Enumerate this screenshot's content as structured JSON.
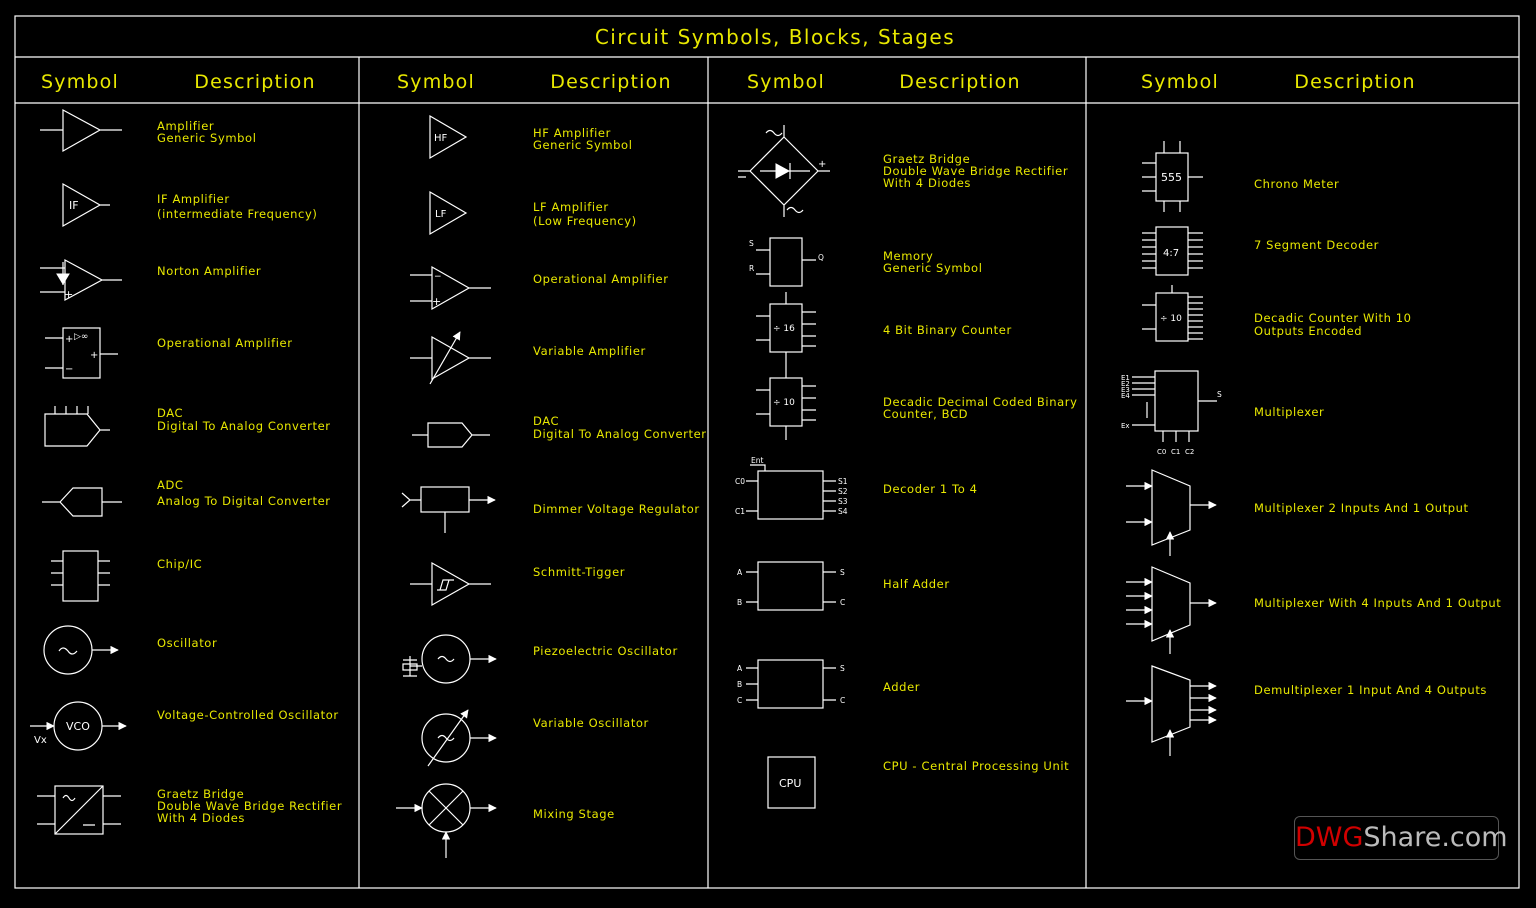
{
  "title": "Circuit Symbols, Blocks, Stages",
  "headers": {
    "symbol": "Symbol",
    "description": "Description"
  },
  "columns": [
    {
      "items": [
        {
          "icon": "amplifier-icon",
          "lines": [
            "Amplifier",
            "Generic Symbol"
          ]
        },
        {
          "icon": "if-amplifier-icon",
          "label": "IF",
          "lines": [
            "IF Amplifier",
            "(intermediate Frequency)"
          ]
        },
        {
          "icon": "norton-amplifier-icon",
          "lines": [
            "Norton Amplifier"
          ]
        },
        {
          "icon": "op-amp-box-icon",
          "lines": [
            "Operational Amplifier"
          ]
        },
        {
          "icon": "dac-icon",
          "lines": [
            "DAC",
            "Digital To Analog Converter"
          ]
        },
        {
          "icon": "adc-icon",
          "lines": [
            "ADC",
            "Analog To Digital Converter"
          ]
        },
        {
          "icon": "chip-icon",
          "lines": [
            "Chip/IC"
          ]
        },
        {
          "icon": "oscillator-icon",
          "lines": [
            "Oscillator"
          ]
        },
        {
          "icon": "vco-icon",
          "label": "VCO",
          "sublabel": "Vx",
          "lines": [
            "Voltage-Controlled Oscillator"
          ]
        },
        {
          "icon": "bridge-box-icon",
          "lines": [
            "Graetz Bridge",
            "Double Wave Bridge Rectifier",
            "With 4 Diodes"
          ]
        }
      ]
    },
    {
      "items": [
        {
          "icon": "hf-amplifier-icon",
          "label": "HF",
          "lines": [
            "HF Amplifier",
            "Generic Symbol"
          ]
        },
        {
          "icon": "lf-amplifier-icon",
          "label": "LF",
          "lines": [
            "LF Amplifier",
            "(Low Frequency)"
          ]
        },
        {
          "icon": "op-amp-icon",
          "lines": [
            "Operational Amplifier"
          ]
        },
        {
          "icon": "variable-amplifier-icon",
          "lines": [
            "Variable Amplifier"
          ]
        },
        {
          "icon": "dac-small-icon",
          "lines": [
            "DAC",
            "Digital To Analog Converter"
          ]
        },
        {
          "icon": "dimmer-icon",
          "lines": [
            "Dimmer Voltage Regulator"
          ]
        },
        {
          "icon": "schmitt-icon",
          "lines": [
            "Schmitt-Tigger"
          ]
        },
        {
          "icon": "piezo-oscillator-icon",
          "lines": [
            "Piezoelectric Oscillator"
          ]
        },
        {
          "icon": "variable-oscillator-icon",
          "lines": [
            "Variable Oscillator"
          ]
        },
        {
          "icon": "mixer-icon",
          "lines": [
            "Mixing Stage"
          ]
        }
      ]
    },
    {
      "items": [
        {
          "icon": "graetz-bridge-icon",
          "lines": [
            "Graetz Bridge",
            "Double Wave Bridge Rectifier",
            "With 4 Diodes"
          ]
        },
        {
          "icon": "memory-icon",
          "pins": [
            "S",
            "R",
            "Q"
          ],
          "lines": [
            "Memory",
            "Generic Symbol"
          ]
        },
        {
          "icon": "binary-counter-icon",
          "label": "÷ 16",
          "lines": [
            "4 Bit Binary Counter"
          ]
        },
        {
          "icon": "bcd-counter-icon",
          "label": "÷ 10",
          "lines": [
            "Decadic Decimal Coded Binary",
            "Counter, BCD"
          ]
        },
        {
          "icon": "decoder-icon",
          "pins": [
            "Ent",
            "C0",
            "C1",
            "S1",
            "S2",
            "S3",
            "S4"
          ],
          "lines": [
            "Decoder 1 To 4"
          ]
        },
        {
          "icon": "half-adder-icon",
          "pins": [
            "A",
            "B",
            "S",
            "C"
          ],
          "lines": [
            "Half Adder"
          ]
        },
        {
          "icon": "adder-icon",
          "pins": [
            "A",
            "B",
            "C",
            "S",
            "C"
          ],
          "lines": [
            "Adder"
          ]
        },
        {
          "icon": "cpu-icon",
          "label": "CPU",
          "lines": [
            "CPU - Central Processing Unit"
          ]
        }
      ]
    },
    {
      "items": [
        {
          "icon": "chrono-meter-icon",
          "label": "555",
          "lines": [
            "Chrono Meter"
          ]
        },
        {
          "icon": "segment-decoder-icon",
          "label": "4:7",
          "lines": [
            "7 Segment Decoder"
          ]
        },
        {
          "icon": "decade-counter-icon",
          "label": "÷ 10",
          "lines": [
            "Decadic Counter With 10",
            "Outputs Encoded"
          ]
        },
        {
          "icon": "multiplexer-icon",
          "pins": [
            "E1",
            "E2",
            "E3",
            "E4",
            "Ex",
            "S",
            "C0",
            "C1",
            "C2"
          ],
          "lines": [
            "Multiplexer"
          ]
        },
        {
          "icon": "mux-2-1-icon",
          "lines": [
            "Multiplexer 2 Inputs And 1 Output"
          ]
        },
        {
          "icon": "mux-4-1-icon",
          "lines": [
            "Multiplexer With 4 Inputs And 1 Output"
          ]
        },
        {
          "icon": "demux-1-4-icon",
          "lines": [
            "Demultiplexer 1 Input And 4 Outputs"
          ]
        }
      ]
    }
  ],
  "watermark": {
    "part1": "DWG",
    "part2": "Share.com"
  },
  "colors": {
    "text": "#e8e800",
    "lines": "#ffffff",
    "background": "#000000",
    "watermark_red": "#d10000"
  }
}
